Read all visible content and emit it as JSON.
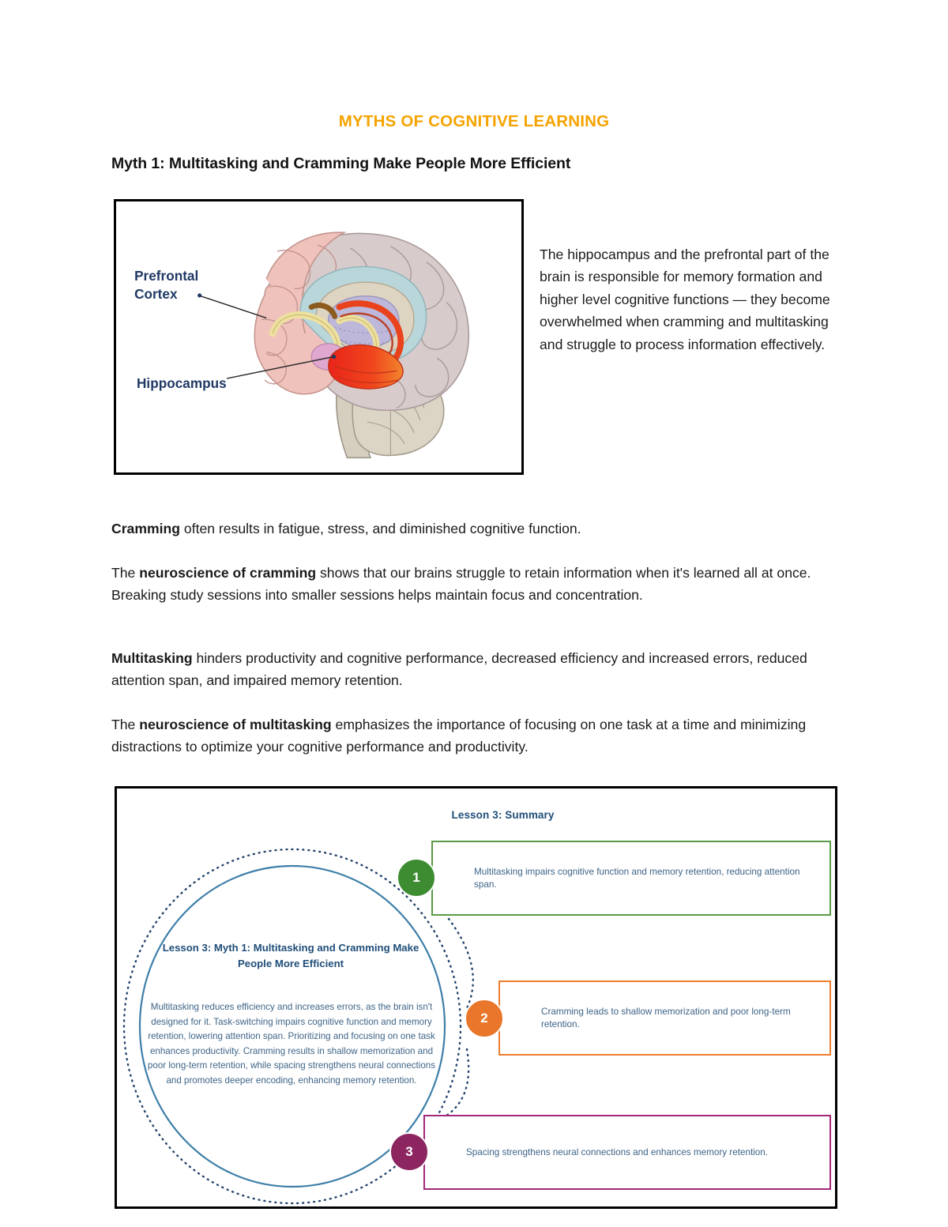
{
  "document": {
    "title": "MYTHS OF COGNITIVE LEARNING",
    "title_color": "#F5A300",
    "myth_heading": "Myth 1: Multitasking and Cramming Make People More Efficient"
  },
  "figure": {
    "caption_labels": {
      "prefrontal_cortex": "Prefrontal Cortex",
      "hippocampus": "Hippocampus"
    },
    "label_color": "#1F3864",
    "side_paragraph": "The hippocampus and the prefrontal part of the brain is responsible for memory formation and higher level cognitive functions — they become overwhelmed when cramming and multitasking and struggle to process information effectively."
  },
  "body": {
    "paragraph_1": {
      "bold_lead": "Cramming",
      "rest": " often results in fatigue, stress, and diminished cognitive function."
    },
    "paragraph_2": {
      "pre": "The ",
      "bold": "neuroscience of cramming",
      "rest": " shows that our brains struggle to retain information when it's learned all at once. Breaking study sessions into smaller sessions helps maintain focus and concentration."
    },
    "paragraph_3": {
      "bold_lead": "Multitasking",
      "rest": " hinders productivity and cognitive performance, decreased efficiency and increased errors, reduced attention span, and impaired memory retention."
    },
    "paragraph_4": {
      "pre": "The ",
      "bold": "neuroscience of multitasking",
      "rest": " emphasizes the importance of focusing on one task at a time and minimizing distractions to optimize your cognitive performance and productivity."
    }
  },
  "infographic": {
    "title": "Lesson 3: Summary",
    "circle": {
      "heading": "Lesson 3: Myth 1: Multitasking and Cramming Make People More Efficient",
      "body": "Multitasking reduces efficiency and increases errors, as the brain isn't designed for it. Task-switching impairs cognitive function and memory retention, lowering attention span. Prioritizing and focusing on one task enhances productivity. Cramming results in shallow memorization and poor long-term retention, while spacing strengthens neural connections and promotes deeper encoding, enhancing memory retention.",
      "outline_color": "#3E7FA8",
      "dotted_color": "#22436B"
    },
    "items": [
      {
        "number": "1",
        "text": "Multitasking impairs cognitive function and memory retention, reducing attention span.",
        "badge_color": "#3E8C32",
        "border_color": "#5A9B47"
      },
      {
        "number": "2",
        "text": "Cramming leads to shallow memorization and poor long-term retention.",
        "badge_color": "#E9762A",
        "border_color": "#ED7D2F"
      },
      {
        "number": "3",
        "text": "Spacing strengthens neural connections and enhances memory retention.",
        "badge_color": "#8C2560",
        "border_color": "#A3287A"
      }
    ]
  }
}
